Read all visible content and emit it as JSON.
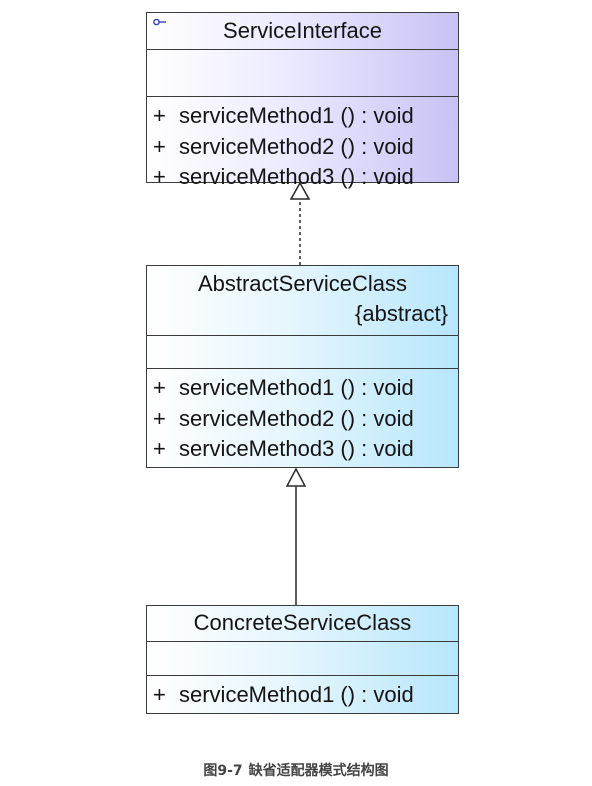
{
  "diagram": {
    "classes": [
      {
        "id": "service-interface",
        "kind": "interface",
        "name": "ServiceInterface",
        "stereotype": "",
        "operations": [
          {
            "visibility": "+",
            "signature": "serviceMethod1 () : void"
          },
          {
            "visibility": "+",
            "signature": "serviceMethod2 () : void"
          },
          {
            "visibility": "+",
            "signature": "serviceMethod3 () : void"
          }
        ]
      },
      {
        "id": "abstract-service-class",
        "kind": "class",
        "name": "AbstractServiceClass",
        "stereotype": "{abstract}",
        "operations": [
          {
            "visibility": "+",
            "signature": "serviceMethod1 () : void"
          },
          {
            "visibility": "+",
            "signature": "serviceMethod2 () : void"
          },
          {
            "visibility": "+",
            "signature": "serviceMethod3 () : void"
          }
        ]
      },
      {
        "id": "concrete-service-class",
        "kind": "class",
        "name": "ConcreteServiceClass",
        "stereotype": "",
        "operations": [
          {
            "visibility": "+",
            "signature": "serviceMethod1 () : void"
          }
        ]
      }
    ],
    "relations": [
      {
        "type": "realization",
        "from": "abstract-service-class",
        "to": "service-interface"
      },
      {
        "type": "generalization",
        "from": "concrete-service-class",
        "to": "abstract-service-class"
      }
    ]
  },
  "caption": {
    "figure_number": "图9-7",
    "text": "缺省适配器模式结构图"
  },
  "colors": {
    "interface_fill": "#c8c2f4",
    "class_fill": "#b7e6fb",
    "border": "#3a3a3a"
  }
}
